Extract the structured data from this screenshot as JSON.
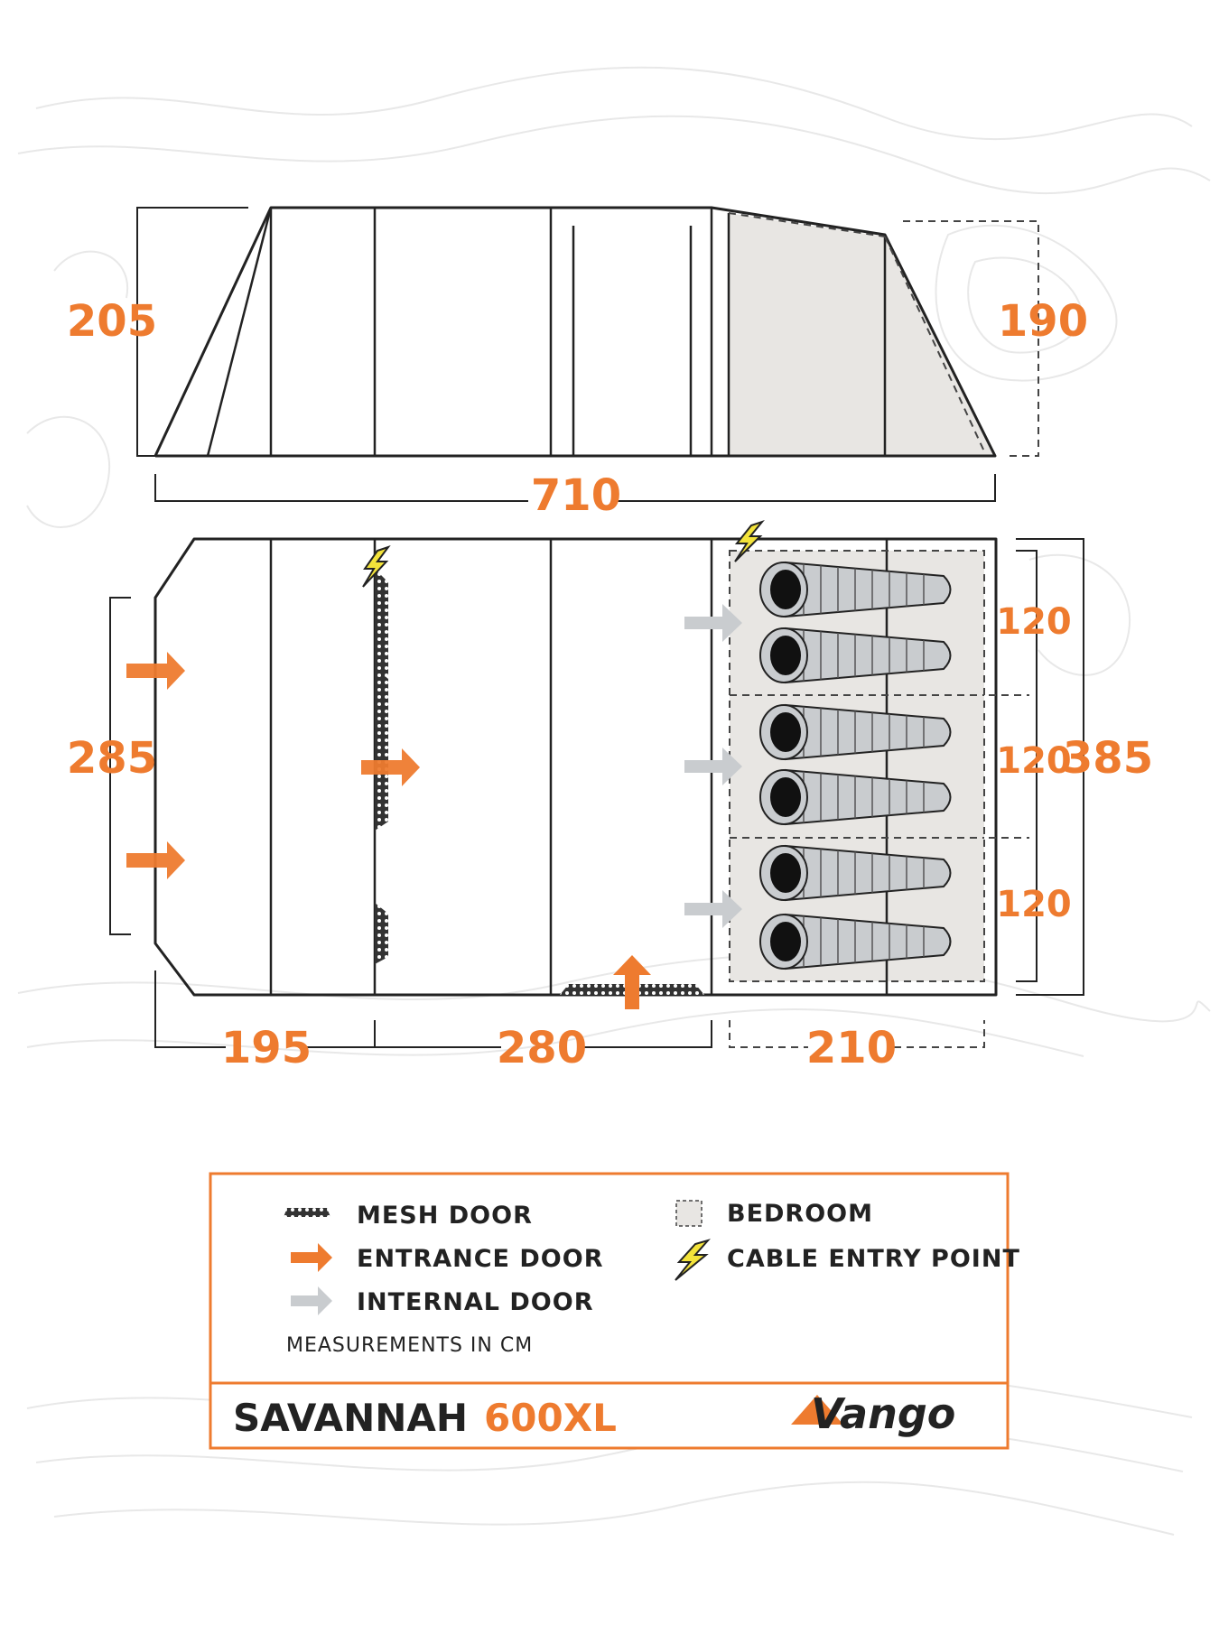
{
  "colors": {
    "accent": "#ee7b2f",
    "ink": "#222222",
    "bedroom_fill": "#e8e6e3",
    "internal_door": "#c9cccf",
    "bolt": "#f3e33a"
  },
  "side_view": {
    "height_left": "205",
    "height_right": "190",
    "total_length": "710"
  },
  "floor_plan": {
    "width_left": "285",
    "width_total": "385",
    "bay_widths": [
      "120",
      "120",
      "120"
    ],
    "lengths": [
      "195",
      "280",
      "210"
    ]
  },
  "legend": {
    "items": [
      {
        "icon": "mesh-door-icon",
        "label": "MESH DOOR"
      },
      {
        "icon": "entrance-door-icon",
        "label": "ENTRANCE DOOR"
      },
      {
        "icon": "internal-door-icon",
        "label": "INTERNAL DOOR"
      },
      {
        "icon": "bedroom-icon",
        "label": "BEDROOM"
      },
      {
        "icon": "cable-entry-icon",
        "label": "CABLE ENTRY POINT"
      }
    ],
    "measurements_note": "MEASUREMENTS IN CM"
  },
  "product": {
    "name": "SAVANNAH",
    "model": "600XL",
    "brand": "Vango"
  }
}
